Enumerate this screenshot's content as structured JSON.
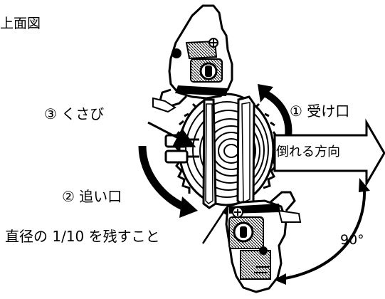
{
  "diagram": {
    "title": "上面図",
    "labels": {
      "wedge": "③ くさび",
      "notch": "① 受け口",
      "direction": "倒れる方向",
      "back_cut": "② 追い口",
      "hinge": "直径の 1/10 を残すこと",
      "angle": "90°"
    }
  }
}
